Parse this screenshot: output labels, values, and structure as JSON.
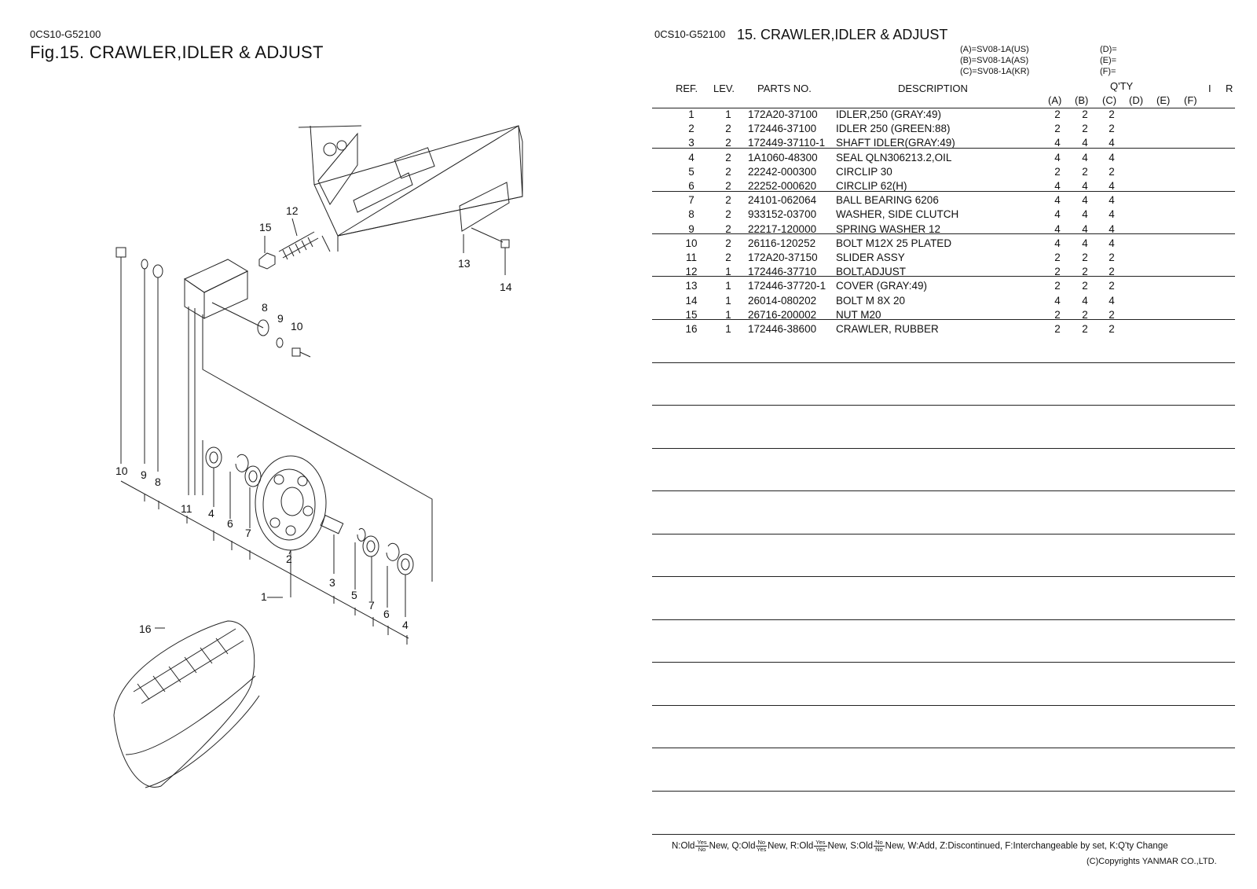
{
  "left": {
    "code": "0CS10-G52100",
    "figure_title": "Fig.15.  CRAWLER,IDLER & ADJUST",
    "callouts": [
      "1",
      "2",
      "3",
      "4",
      "4",
      "5",
      "6",
      "6",
      "7",
      "7",
      "8",
      "8",
      "9",
      "9",
      "10",
      "10",
      "11",
      "12",
      "13",
      "14",
      "15",
      "16"
    ]
  },
  "right": {
    "code": "0CS10-G52100",
    "title": "15.  CRAWLER,IDLER & ADJUST",
    "models": [
      {
        "key": "A",
        "label": "(A)=SV08-1A(US)"
      },
      {
        "key": "B",
        "label": "(B)=SV08-1A(AS)"
      },
      {
        "key": "C",
        "label": "(C)=SV08-1A(KR)"
      },
      {
        "key": "D",
        "label": "(D)="
      },
      {
        "key": "E",
        "label": "(E)="
      },
      {
        "key": "F",
        "label": "(F)="
      }
    ],
    "headers": {
      "ref": "REF.",
      "lev": "LEV.",
      "parts_no": "PARTS NO.",
      "description": "DESCRIPTION",
      "qty": "Q'TY",
      "i": "I",
      "r": "R",
      "qty_cols": [
        "(A)",
        "(B)",
        "(C)",
        "(D)",
        "(E)",
        "(F)"
      ]
    },
    "parts": [
      {
        "ref": "1",
        "lev": "1",
        "no": "172A20-37100",
        "desc": "IDLER,250  (GRAY:49)",
        "qa": "2",
        "qb": "2",
        "qc": "2"
      },
      {
        "ref": "2",
        "lev": "2",
        "no": "172446-37100",
        "desc": "IDLER 250 (GREEN:88)",
        "qa": "2",
        "qb": "2",
        "qc": "2"
      },
      {
        "ref": "3",
        "lev": "2",
        "no": "172449-37110-1",
        "desc": "SHAFT IDLER(GRAY:49)",
        "qa": "4",
        "qb": "4",
        "qc": "4"
      },
      {
        "ref": "4",
        "lev": "2",
        "no": "1A1060-48300",
        "desc": "SEAL QLN306213.2,OIL",
        "qa": "4",
        "qb": "4",
        "qc": "4"
      },
      {
        "ref": "5",
        "lev": "2",
        "no": "22242-000300",
        "desc": "CIRCLIP   30",
        "qa": "2",
        "qb": "2",
        "qc": "2"
      },
      {
        "ref": "6",
        "lev": "2",
        "no": "22252-000620",
        "desc": "CIRCLIP 62(H)",
        "qa": "4",
        "qb": "4",
        "qc": "4"
      },
      {
        "ref": "7",
        "lev": "2",
        "no": "24101-062064",
        "desc": "BALL BEARING 6206",
        "qa": "4",
        "qb": "4",
        "qc": "4"
      },
      {
        "ref": "8",
        "lev": "2",
        "no": "933152-03700",
        "desc": "WASHER, SIDE CLUTCH",
        "qa": "4",
        "qb": "4",
        "qc": "4"
      },
      {
        "ref": "9",
        "lev": "2",
        "no": "22217-120000",
        "desc": "SPRING WASHER 12",
        "qa": "4",
        "qb": "4",
        "qc": "4"
      },
      {
        "ref": "10",
        "lev": "2",
        "no": "26116-120252",
        "desc": "BOLT M12X 25 PLATED",
        "qa": "4",
        "qb": "4",
        "qc": "4"
      },
      {
        "ref": "11",
        "lev": "2",
        "no": "172A20-37150",
        "desc": "SLIDER ASSY",
        "qa": "2",
        "qb": "2",
        "qc": "2"
      },
      {
        "ref": "12",
        "lev": "1",
        "no": "172446-37710",
        "desc": "BOLT,ADJUST",
        "qa": "2",
        "qb": "2",
        "qc": "2"
      },
      {
        "ref": "13",
        "lev": "1",
        "no": "172446-37720-1",
        "desc": "COVER       (GRAY:49)",
        "qa": "2",
        "qb": "2",
        "qc": "2"
      },
      {
        "ref": "14",
        "lev": "1",
        "no": "26014-080202",
        "desc": "BOLT M 8X 20",
        "qa": "4",
        "qb": "4",
        "qc": "4"
      },
      {
        "ref": "15",
        "lev": "1",
        "no": "26716-200002",
        "desc": "NUT M20",
        "qa": "2",
        "qb": "2",
        "qc": "2"
      },
      {
        "ref": "16",
        "lev": "1",
        "no": "172446-38600",
        "desc": "CRAWLER, RUBBER",
        "qa": "2",
        "qb": "2",
        "qc": "2"
      }
    ],
    "legend": {
      "n_a": "N:Old",
      "n_b": "New,",
      "q_a": "Q:Old",
      "q_b": "New,",
      "r_a": "R:Old",
      "r_b": "New,",
      "s_a": "S:Old",
      "s_b": "New,",
      "tail": "W:Add, Z:Discontinued, F:Interchangeable by set, K:Q'ty Change",
      "yes": "Yes",
      "no": "No"
    },
    "copyright": "(C)Copyrights YANMAR CO.,LTD."
  }
}
